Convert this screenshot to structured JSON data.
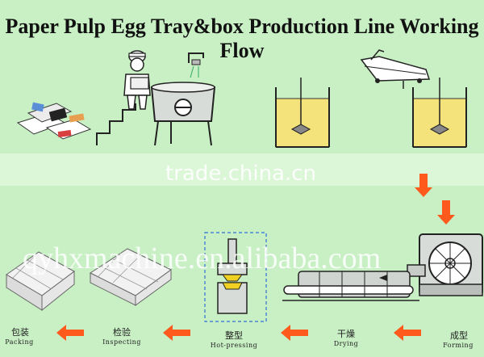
{
  "title": "Paper Pulp Egg Tray&box Production Line Working Flow",
  "watermarks": {
    "trade": "trade.china.cn",
    "site": "qyhxmachine.en.alibaba.com"
  },
  "steps": [
    {
      "cn": "成型",
      "en": "Forming"
    },
    {
      "cn": "干燥",
      "en": "Drying"
    },
    {
      "cn": "整型",
      "en": "Hot-pressing"
    },
    {
      "cn": "检验",
      "en": "Inspecting"
    },
    {
      "cn": "包装",
      "en": "Packing"
    }
  ],
  "colors": {
    "background": "#c8f0c4",
    "arrow": "#ff5a1e",
    "pulp": "#f4e27a",
    "machine": "#d8dcd8"
  }
}
